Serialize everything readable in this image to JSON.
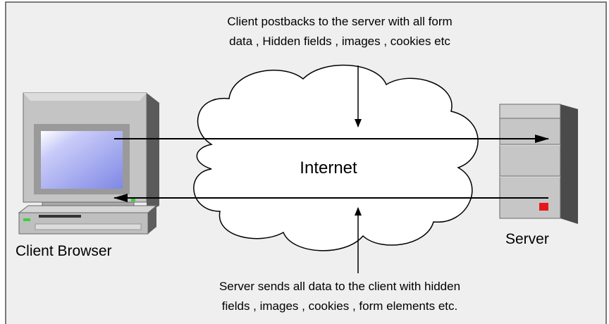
{
  "diagram": {
    "top_caption_line1": "Client postbacks to the server with all form",
    "top_caption_line2": "data , Hidden fields , images , cookies etc",
    "bottom_caption_line1": "Server sends all data to the client with hidden",
    "bottom_caption_line2": "fields , images , cookies , form elements etc.",
    "cloud_label": "Internet",
    "client_label": "Client Browser",
    "server_label": "Server"
  },
  "colors": {
    "background": "#efefef",
    "frame_border": "#7a7a7a",
    "cloud_fill": "#ffffff",
    "arrow": "#000000",
    "screen": "#a8aef0",
    "server_light": "#e8161c"
  },
  "icons": [
    "client-computer-icon",
    "server-tower-icon",
    "internet-cloud-icon"
  ]
}
